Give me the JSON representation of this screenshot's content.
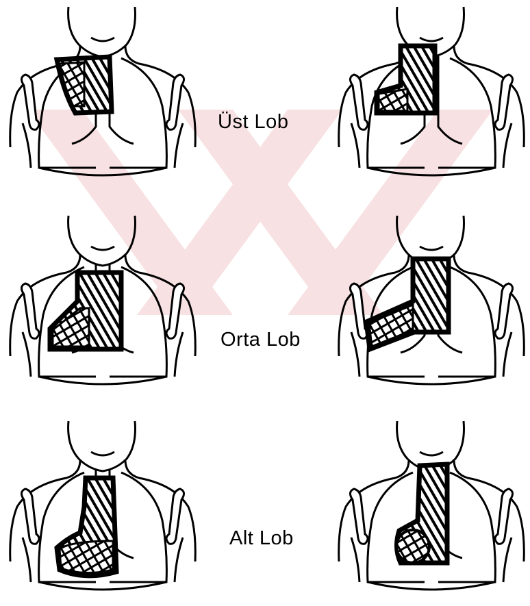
{
  "labels": {
    "upper_lobe": "Üst Lob",
    "middle_lobe": "Orta Lob",
    "lower_lobe": "Alt Lob"
  },
  "colors": {
    "ink": "#000000",
    "watermark": "#f6d7d9",
    "background": "#ffffff"
  },
  "icons": [
    "torso-outline-icon",
    "lung-outline-icon",
    "clavicle-bone-icon",
    "hatched-mediastinum-icon",
    "crosshatched-lobe-icon"
  ]
}
